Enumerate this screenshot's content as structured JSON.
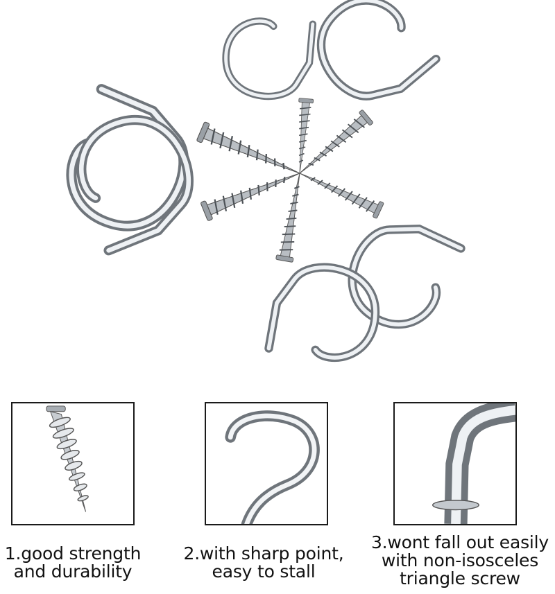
{
  "features": [
    {
      "line1": "1.good strength",
      "line2": "and durability",
      "line3": ""
    },
    {
      "line1": "2.with sharp point,",
      "line2": "easy to stall",
      "line3": ""
    },
    {
      "line1": "3.wont fall out easily",
      "line2": "with non-isosceles",
      "line3": "triangle screw"
    }
  ],
  "colors": {
    "border": "#1a1a1a",
    "text": "#111111",
    "metal_light": "#f4f6f8",
    "metal_dark": "#8a9096"
  },
  "icons": [
    "screw-hook-icon",
    "screw-thread-icon",
    "hook-curve-icon",
    "hook-bend-icon"
  ]
}
